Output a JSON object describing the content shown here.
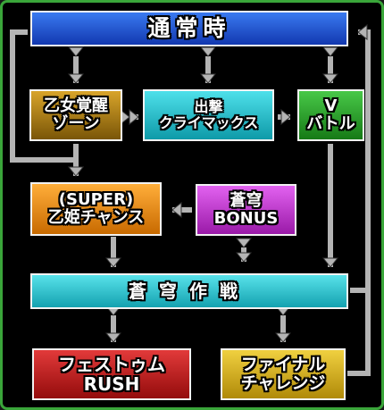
{
  "nodes": {
    "tsujo": {
      "line1": "通常時",
      "line2": ""
    },
    "otome_zone": {
      "line1": "乙女覚醒",
      "line2": "ゾーン"
    },
    "shutsugeki": {
      "line1": "出撃",
      "line2": "クライマックス"
    },
    "v_battle": {
      "line1": "V",
      "line2": "バトル"
    },
    "super_otohime": {
      "line1": "(SUPER)",
      "line2": "乙姫チャンス"
    },
    "sokyu_bonus": {
      "line1": "蒼穹",
      "line2": "BONUS"
    },
    "sokyu_sakusen": {
      "line1": "蒼穹作戦",
      "line2": ""
    },
    "festum_rush": {
      "line1": "フェストゥム",
      "line2": "RUSH"
    },
    "final_challenge": {
      "line1": "ファイナル",
      "line2": "チャレンジ"
    }
  },
  "colors": {
    "blue": "#1c4fd0",
    "gold": "#b8860b",
    "cyan": "#22c4d0",
    "green": "#2ea82e",
    "orange": "#f08a10",
    "magenta": "#c83ad8",
    "red": "#c81818",
    "yellow": "#d8b420",
    "arrow": "#b4b4b4"
  }
}
